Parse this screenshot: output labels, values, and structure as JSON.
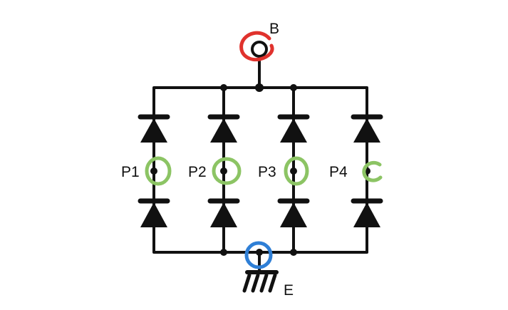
{
  "terminals": {
    "top": "B",
    "bottom": "E"
  },
  "points": [
    "P1",
    "P2",
    "P3",
    "P4"
  ],
  "colors": {
    "wire": "#111111",
    "top_marker": "#e0322d",
    "bottom_marker": "#2f7fd6",
    "point_marker": "#8cc464"
  }
}
